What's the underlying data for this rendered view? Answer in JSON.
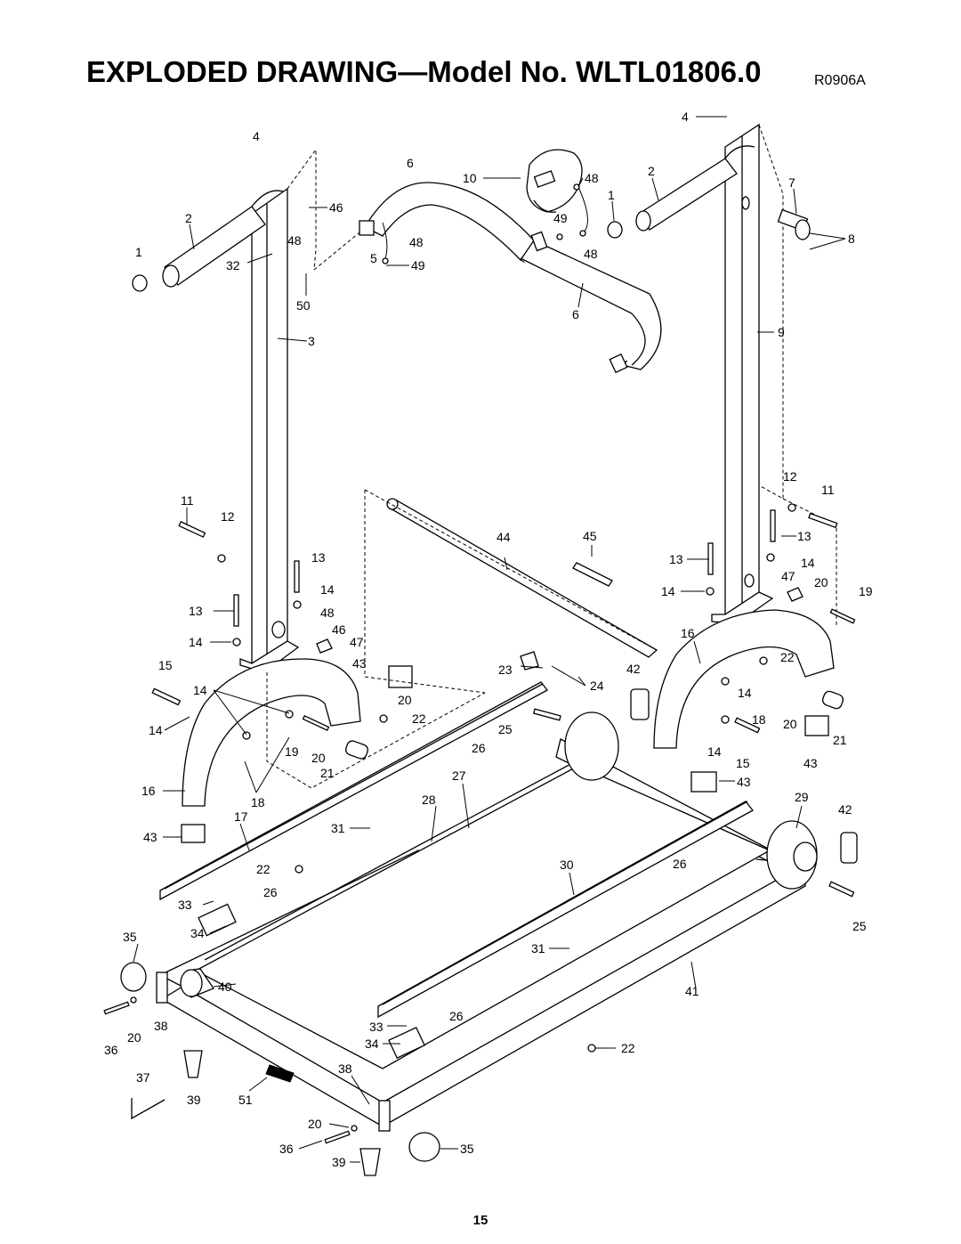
{
  "header": {
    "title_main": "EXPLODED DRAWING—",
    "title_model": "Model No. WLTL01806.0",
    "drawing_code": "R0906A"
  },
  "footer": {
    "page_number": "15"
  },
  "callouts": [
    {
      "id": "c1",
      "text": "4"
    },
    {
      "id": "c2",
      "text": "4"
    },
    {
      "id": "c3",
      "text": "6"
    },
    {
      "id": "c4",
      "text": "10"
    },
    {
      "id": "c5",
      "text": "48"
    },
    {
      "id": "c6",
      "text": "2"
    },
    {
      "id": "c7",
      "text": "7"
    },
    {
      "id": "c8",
      "text": "46"
    },
    {
      "id": "c9",
      "text": "2"
    },
    {
      "id": "c10",
      "text": "1"
    },
    {
      "id": "c11",
      "text": "49"
    },
    {
      "id": "c12",
      "text": "8"
    },
    {
      "id": "c13",
      "text": "48"
    },
    {
      "id": "c14",
      "text": "48"
    },
    {
      "id": "c15",
      "text": "1"
    },
    {
      "id": "c16",
      "text": "32"
    },
    {
      "id": "c17",
      "text": "5"
    },
    {
      "id": "c18",
      "text": "49"
    },
    {
      "id": "c19",
      "text": "48"
    },
    {
      "id": "c20",
      "text": "50"
    },
    {
      "id": "c21",
      "text": "6"
    },
    {
      "id": "c22",
      "text": "3"
    },
    {
      "id": "c23",
      "text": "9"
    },
    {
      "id": "c24",
      "text": "12"
    },
    {
      "id": "c25",
      "text": "11"
    },
    {
      "id": "c26",
      "text": "11"
    },
    {
      "id": "c27",
      "text": "12"
    },
    {
      "id": "c28",
      "text": "44"
    },
    {
      "id": "c29",
      "text": "45"
    },
    {
      "id": "c30",
      "text": "13"
    },
    {
      "id": "c31",
      "text": "13"
    },
    {
      "id": "c32",
      "text": "13"
    },
    {
      "id": "c33",
      "text": "14"
    },
    {
      "id": "c34",
      "text": "14"
    },
    {
      "id": "c35",
      "text": "14"
    },
    {
      "id": "c36",
      "text": "13"
    },
    {
      "id": "c37",
      "text": "48"
    },
    {
      "id": "c38",
      "text": "47"
    },
    {
      "id": "c39",
      "text": "20"
    },
    {
      "id": "c40",
      "text": "19"
    },
    {
      "id": "c41",
      "text": "14"
    },
    {
      "id": "c42",
      "text": "46"
    },
    {
      "id": "c43",
      "text": "47"
    },
    {
      "id": "c44",
      "text": "16"
    },
    {
      "id": "c45",
      "text": "43"
    },
    {
      "id": "c46",
      "text": "15"
    },
    {
      "id": "c47",
      "text": "23"
    },
    {
      "id": "c48",
      "text": "42"
    },
    {
      "id": "c49",
      "text": "22"
    },
    {
      "id": "c50",
      "text": "14"
    },
    {
      "id": "c51",
      "text": "20"
    },
    {
      "id": "c52",
      "text": "24"
    },
    {
      "id": "c53",
      "text": "14"
    },
    {
      "id": "c54",
      "text": "22"
    },
    {
      "id": "c55",
      "text": "18"
    },
    {
      "id": "c56",
      "text": "14"
    },
    {
      "id": "c57",
      "text": "25"
    },
    {
      "id": "c58",
      "text": "20"
    },
    {
      "id": "c59",
      "text": "21"
    },
    {
      "id": "c60",
      "text": "26"
    },
    {
      "id": "c61",
      "text": "19"
    },
    {
      "id": "c62",
      "text": "20"
    },
    {
      "id": "c63",
      "text": "14"
    },
    {
      "id": "c64",
      "text": "15"
    },
    {
      "id": "c65",
      "text": "43"
    },
    {
      "id": "c66",
      "text": "21"
    },
    {
      "id": "c67",
      "text": "27"
    },
    {
      "id": "c68",
      "text": "16"
    },
    {
      "id": "c69",
      "text": "43"
    },
    {
      "id": "c70",
      "text": "18"
    },
    {
      "id": "c71",
      "text": "28"
    },
    {
      "id": "c72",
      "text": "29"
    },
    {
      "id": "c73",
      "text": "17"
    },
    {
      "id": "c74",
      "text": "42"
    },
    {
      "id": "c75",
      "text": "43"
    },
    {
      "id": "c76",
      "text": "31"
    },
    {
      "id": "c77",
      "text": "22"
    },
    {
      "id": "c78",
      "text": "30"
    },
    {
      "id": "c79",
      "text": "26"
    },
    {
      "id": "c80",
      "text": "33"
    },
    {
      "id": "c81",
      "text": "26"
    },
    {
      "id": "c82",
      "text": "25"
    },
    {
      "id": "c83",
      "text": "34"
    },
    {
      "id": "c84",
      "text": "35"
    },
    {
      "id": "c85",
      "text": "31"
    },
    {
      "id": "c86",
      "text": "40"
    },
    {
      "id": "c87",
      "text": "41"
    },
    {
      "id": "c88",
      "text": "36"
    },
    {
      "id": "c89",
      "text": "20"
    },
    {
      "id": "c90",
      "text": "38"
    },
    {
      "id": "c91",
      "text": "33"
    },
    {
      "id": "c92",
      "text": "26"
    },
    {
      "id": "c93",
      "text": "34"
    },
    {
      "id": "c94",
      "text": "22"
    },
    {
      "id": "c95",
      "text": "37"
    },
    {
      "id": "c96",
      "text": "38"
    },
    {
      "id": "c97",
      "text": "39"
    },
    {
      "id": "c98",
      "text": "51"
    },
    {
      "id": "c99",
      "text": "20"
    },
    {
      "id": "c100",
      "text": "36"
    },
    {
      "id": "c101",
      "text": "35"
    },
    {
      "id": "c102",
      "text": "39"
    }
  ]
}
